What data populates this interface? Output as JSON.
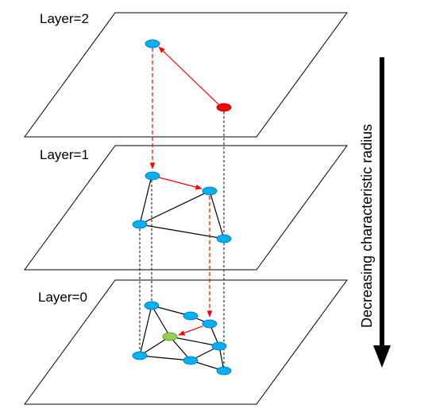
{
  "layers": [
    {
      "id": "layer-2",
      "label": "Layer=2"
    },
    {
      "id": "layer-1",
      "label": "Layer=1"
    },
    {
      "id": "layer-0",
      "label": "Layer=0"
    }
  ],
  "axis_label": "Decreasing characteristic radius",
  "colors": {
    "node": "#00b0f0",
    "entry_node": "#ff0000",
    "target_node": "#92d050",
    "search_path": "#ff0000",
    "edge": "#000000"
  }
}
